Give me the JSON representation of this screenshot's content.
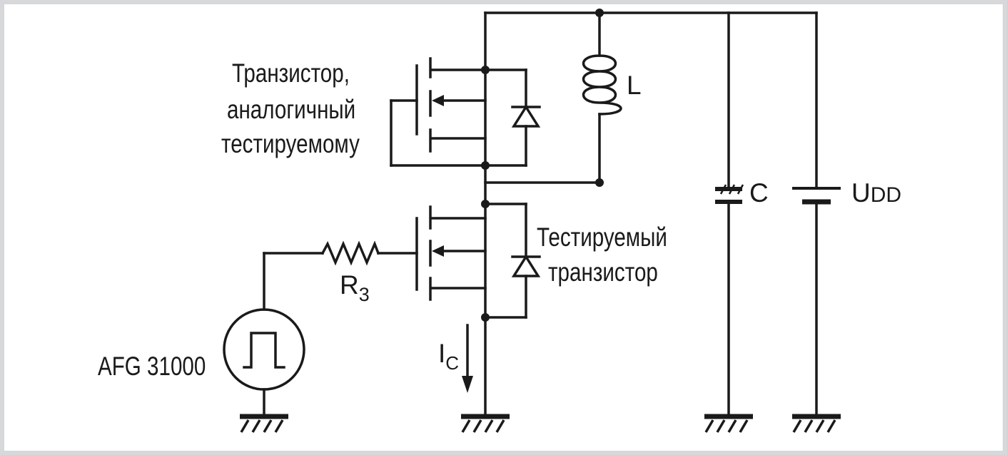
{
  "labels": {
    "upper_transistor": [
      "Транзистор,",
      "аналогичный",
      "тестируемому"
    ],
    "inductor": "L",
    "capacitor": "C",
    "supply_main": "U",
    "supply_sub": "DD",
    "dut": [
      "Тестируемый",
      "транзистор"
    ],
    "resistor_main": "R",
    "resistor_sub": "3",
    "generator": "AFG 31000",
    "current_main": "I",
    "current_sub": "C"
  },
  "colors": {
    "background": "#d6d8da",
    "panel": "#ffffff",
    "ink": "#1a1a1a"
  },
  "icons": [
    "ground-icon",
    "inductor-icon",
    "capacitor-icon",
    "battery-icon",
    "resistor-icon",
    "diode-icon",
    "mosfet-icon",
    "pulse-generator-icon"
  ]
}
